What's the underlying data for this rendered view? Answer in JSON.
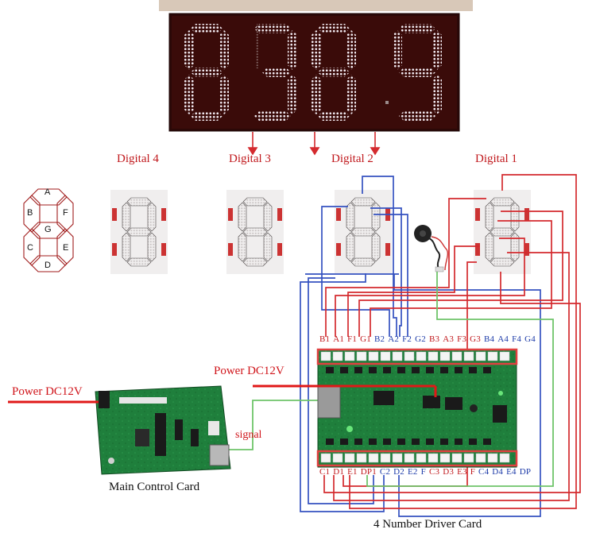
{
  "display": {
    "digits": "8389"
  },
  "digit_labels": {
    "d4": "Digital 4",
    "d3": "Digital 3",
    "d2": "Digital 2",
    "d1": "Digital 1"
  },
  "segment_key": {
    "a": "A",
    "b": "B",
    "f": "F",
    "g": "G",
    "c": "C",
    "e": "E",
    "d": "D"
  },
  "power_labels": {
    "main": "Power DC12V",
    "driver": "Power DC12V"
  },
  "signal_label": "signal",
  "captions": {
    "main_card": "Main Control Card",
    "driver_card": "4 Number Driver Card"
  },
  "pins_top": [
    {
      "t": "B1",
      "c": "r"
    },
    {
      "t": "A1",
      "c": "r"
    },
    {
      "t": "F1",
      "c": "r"
    },
    {
      "t": "G1",
      "c": "r"
    },
    {
      "t": "B2",
      "c": "b"
    },
    {
      "t": "A2",
      "c": "b"
    },
    {
      "t": "F2",
      "c": "b"
    },
    {
      "t": "G2",
      "c": "b"
    },
    {
      "t": "B3",
      "c": "r"
    },
    {
      "t": "A3",
      "c": "r"
    },
    {
      "t": "F3",
      "c": "r"
    },
    {
      "t": "G3",
      "c": "r"
    },
    {
      "t": "B4",
      "c": "b"
    },
    {
      "t": "A4",
      "c": "b"
    },
    {
      "t": "F4",
      "c": "b"
    },
    {
      "t": "G4",
      "c": "b"
    }
  ],
  "pins_bottom": [
    {
      "t": "C1",
      "c": "r"
    },
    {
      "t": "D1",
      "c": "r"
    },
    {
      "t": "E1",
      "c": "r"
    },
    {
      "t": "DP1",
      "c": "r"
    },
    {
      "t": "C2",
      "c": "b"
    },
    {
      "t": "D2",
      "c": "b"
    },
    {
      "t": "E2",
      "c": "b"
    },
    {
      "t": "F",
      "c": "b"
    },
    {
      "t": "C3",
      "c": "r"
    },
    {
      "t": "D3",
      "c": "r"
    },
    {
      "t": "E3",
      "c": "r"
    },
    {
      "t": "F",
      "c": "r"
    },
    {
      "t": "C4",
      "c": "b"
    },
    {
      "t": "D4",
      "c": "b"
    },
    {
      "t": "E4",
      "c": "b"
    },
    {
      "t": "DP",
      "c": "b"
    }
  ],
  "colors": {
    "red_wire": "#d42a2e",
    "blue_wire": "#3552c0",
    "green_wire": "#6fc46a",
    "pcb": "#1c7a3a",
    "panel": "#2a0706",
    "led": "#f4ecf4"
  }
}
